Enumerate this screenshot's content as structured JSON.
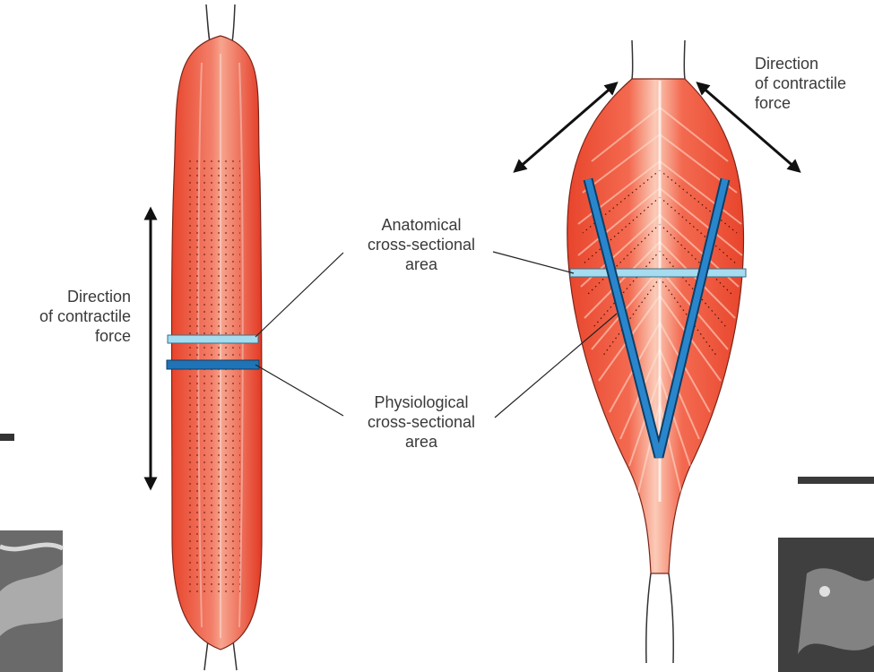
{
  "labels": {
    "left_direction": [
      "Direction",
      "of contractile",
      "force"
    ],
    "right_direction": [
      "Direction",
      "of contractile",
      "force"
    ],
    "anatomical": [
      "Anatomical",
      "cross-sectional",
      "area"
    ],
    "physiological": [
      "Physiological",
      "cross-sectional",
      "area"
    ]
  },
  "colors": {
    "muscle": "#e8442b",
    "muscle_highlight": "#fbd2c0",
    "anatomical_band": "#a5dcef",
    "physiological_band": "#1f73b7",
    "arrow": "#111111",
    "tendon": "#ffffff"
  }
}
